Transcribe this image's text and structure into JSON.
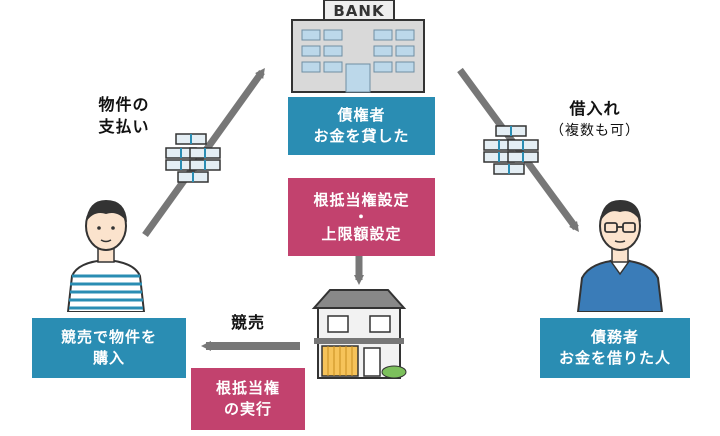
{
  "bank": {
    "sign": "BANK"
  },
  "creditor_box": {
    "line1": "債権者",
    "line2": "お金を貸した"
  },
  "mortgage_box": {
    "line1": "根抵当権設定",
    "dot": "・",
    "line2": "上限額設定"
  },
  "debtor_box": {
    "line1": "債務者",
    "line2": "お金を借りた人"
  },
  "buyer_box": {
    "line1": "競売で物件を",
    "line2": "購入"
  },
  "execution_box": {
    "line1": "根抵当権",
    "line2": "の実行"
  },
  "labels": {
    "payment_line1": "物件の",
    "payment_line2": "支払い",
    "borrow_line1": "借入れ",
    "borrow_line2": "（複数も可）",
    "auction": "競売"
  },
  "colors": {
    "teal": "#2a8db3",
    "magenta": "#c2426e",
    "arrow": "#777777"
  }
}
